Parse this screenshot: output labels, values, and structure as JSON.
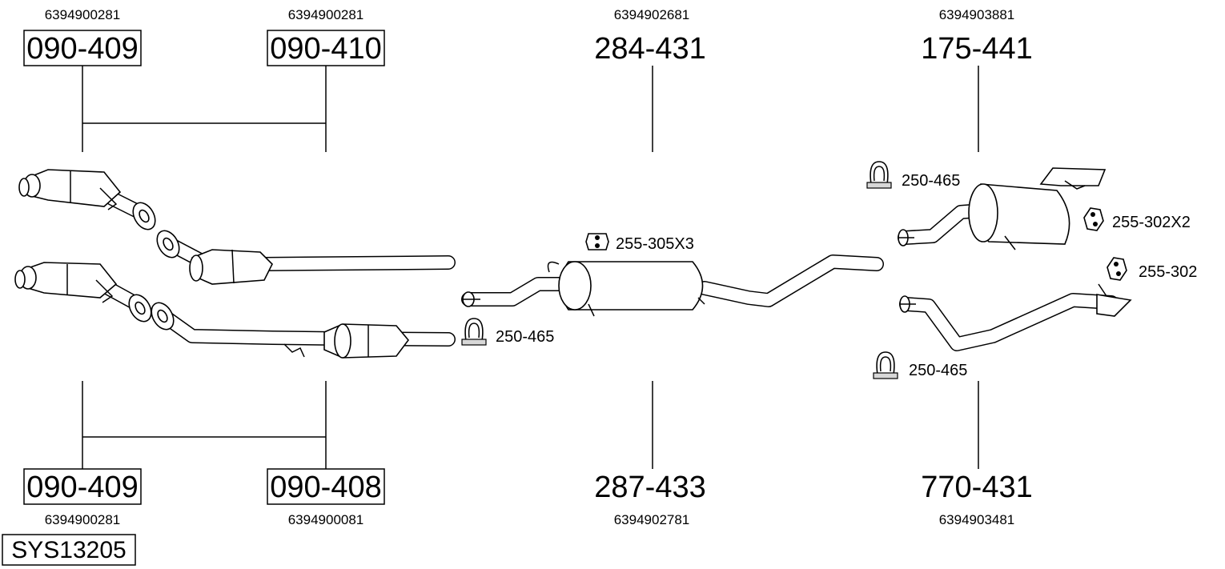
{
  "system_code": "SYS13205",
  "parts": {
    "p1": {
      "code": "090-409",
      "oem": "6394900281"
    },
    "p2": {
      "code": "090-410",
      "oem": "6394900281"
    },
    "p3": {
      "code": "284-431",
      "oem": "6394902681"
    },
    "p4": {
      "code": "175-441",
      "oem": "6394903881"
    },
    "p5": {
      "code": "090-409",
      "oem": "6394900281"
    },
    "p6": {
      "code": "090-408",
      "oem": "6394900081"
    },
    "p7": {
      "code": "287-433",
      "oem": "6394902781"
    },
    "p8": {
      "code": "770-431",
      "oem": "6394903481"
    }
  },
  "accessories": {
    "clamp_front": "250-465",
    "hanger_center": "255-305X3",
    "clamp_rear_top": "250-465",
    "hanger_rear_top": "255-302X2",
    "hanger_rear_mid": "255-302",
    "clamp_rear_bottom": "250-465"
  }
}
